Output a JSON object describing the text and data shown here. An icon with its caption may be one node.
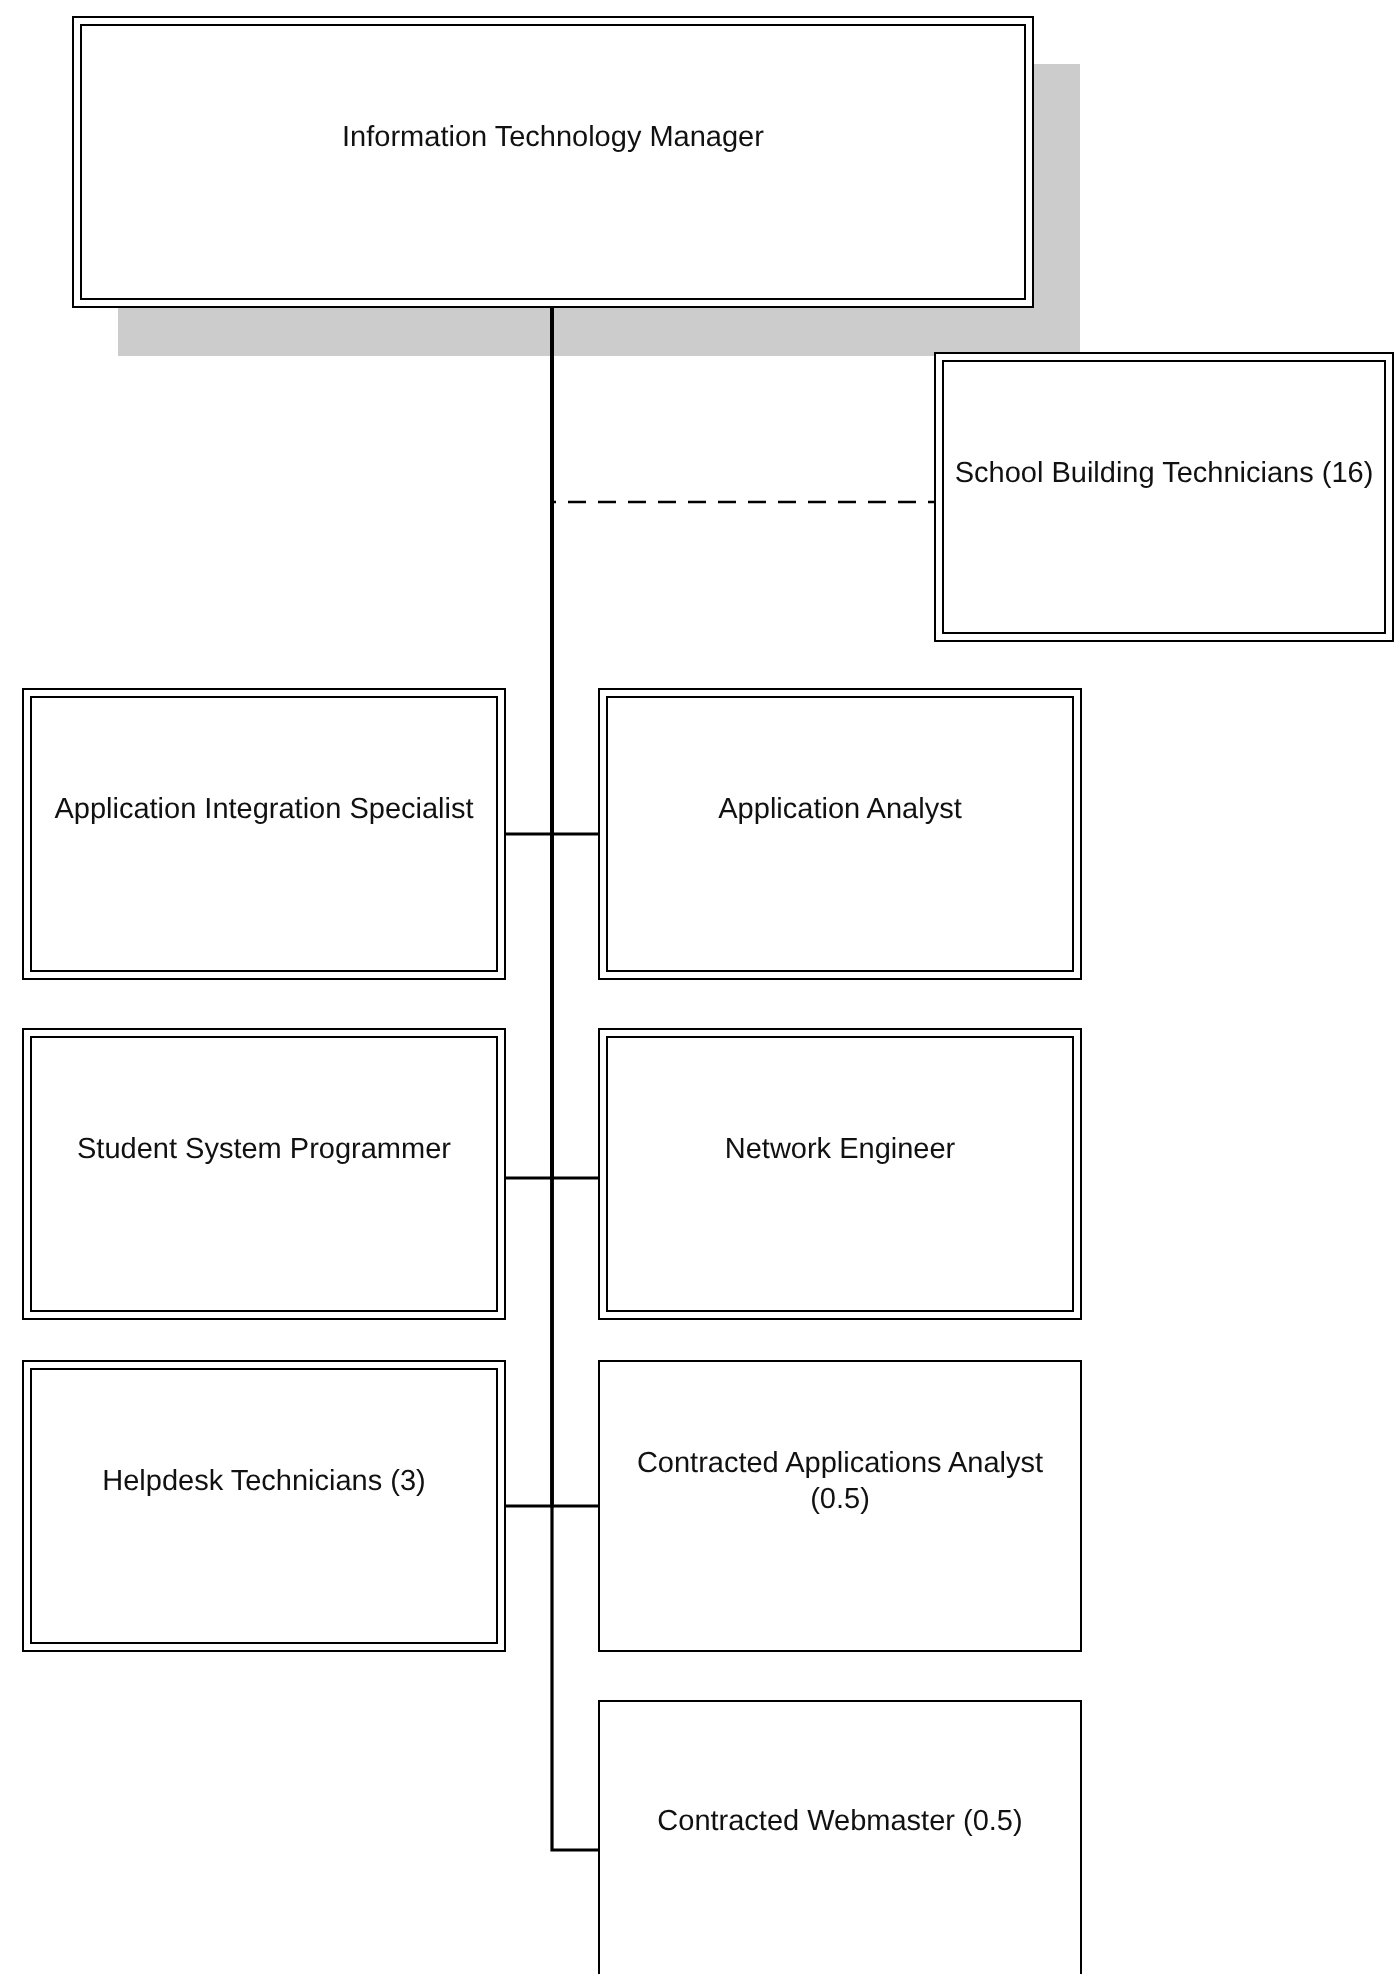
{
  "diagram": {
    "nodes": [
      {
        "text": [
          "Information Technology Manager"
        ]
      },
      {
        "text": [
          "School Building Technicians (16)"
        ]
      },
      {
        "text": [
          "Application Integration Specialist"
        ]
      },
      {
        "text": [
          "Application Analyst"
        ]
      },
      {
        "text": [
          "Student System Programmer"
        ]
      },
      {
        "text": [
          "Network Engineer"
        ]
      },
      {
        "text": [
          "Helpdesk Technicians (3)"
        ]
      },
      {
        "text": [
          "Contracted Applications Analyst (0.5)"
        ]
      },
      {
        "text": [
          "Contracted Webmaster (0.5)"
        ]
      }
    ],
    "edges": [
      {
        "from": 0,
        "to": 1,
        "arrow": "none",
        "style": "dashed"
      },
      {
        "from": 0,
        "to": 2,
        "arrow": "none"
      },
      {
        "from": 0,
        "to": 3,
        "arrow": "none"
      },
      {
        "from": 0,
        "to": 4,
        "arrow": "none"
      },
      {
        "from": 0,
        "to": 5,
        "arrow": "none"
      },
      {
        "from": 0,
        "to": 6,
        "arrow": "none"
      },
      {
        "from": 0,
        "to": 7,
        "arrow": "none"
      },
      {
        "from": 0,
        "to": 8,
        "arrow": "none"
      }
    ]
  }
}
